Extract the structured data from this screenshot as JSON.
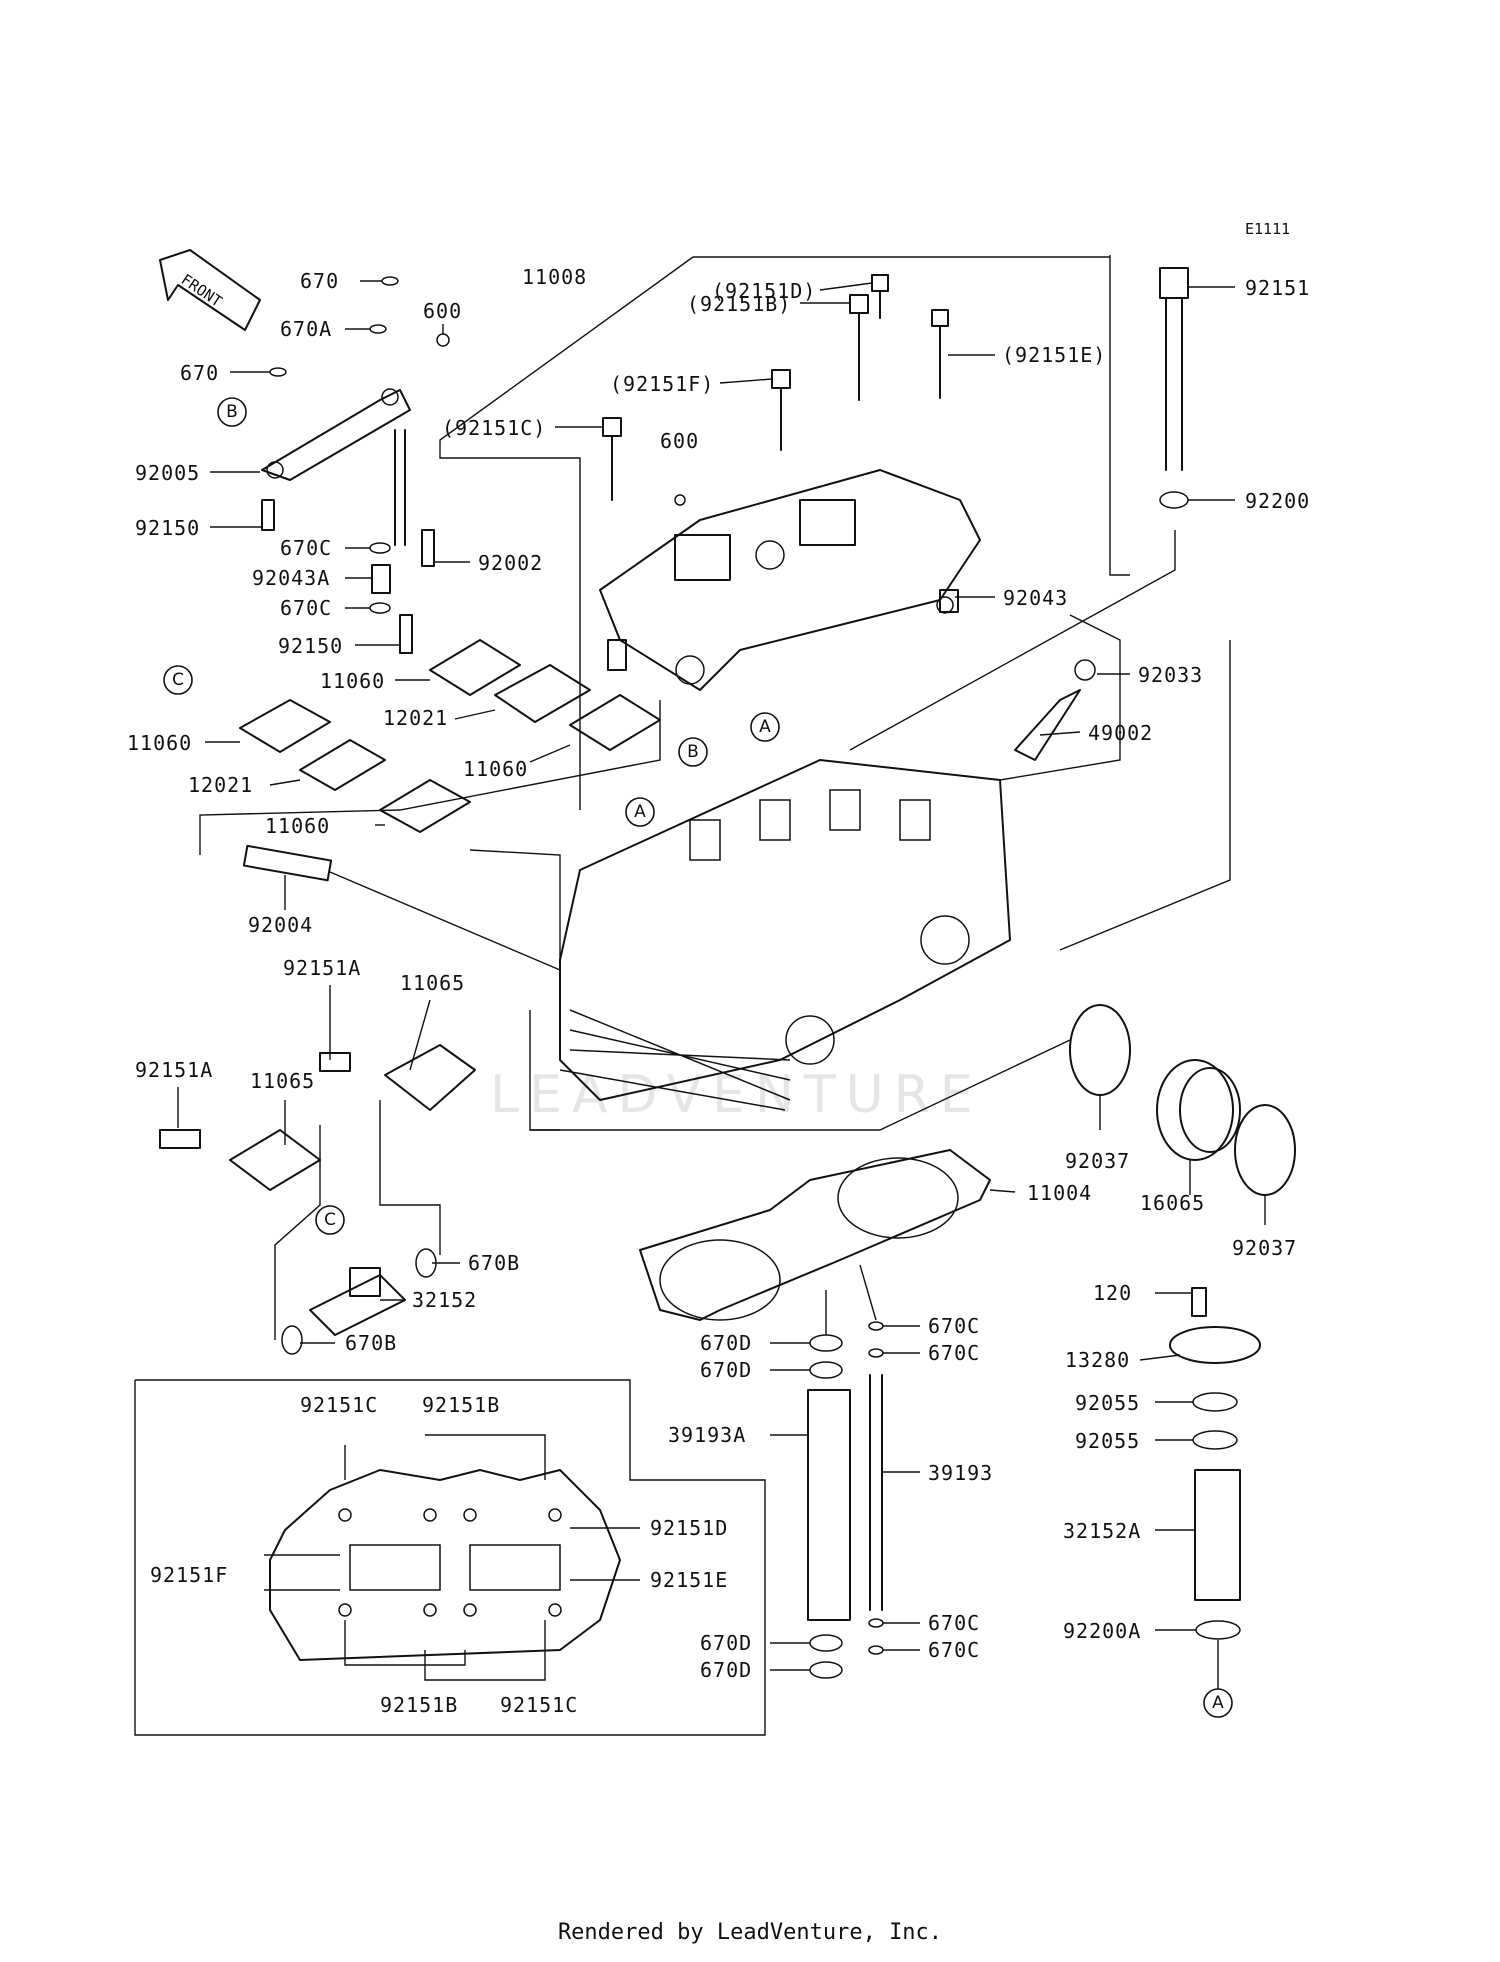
{
  "diagram_code": "E1111",
  "watermark": "LEADVENTURE",
  "front_arrow_label": "FRONT",
  "footer": "Rendered by LeadVenture, Inc.",
  "ref_marks": {
    "A": "A",
    "B": "B",
    "C": "C"
  },
  "labels": {
    "l_670_top": "670",
    "l_670A": "670A",
    "l_600_top": "600",
    "l_670_b": "670",
    "l_92005": "92005",
    "l_92150_a": "92150",
    "l_670C_a": "670C",
    "l_92043A": "92043A",
    "l_670C_b": "670C",
    "l_92002": "92002",
    "l_92150_b": "92150",
    "l_11008": "11008",
    "l_92151D_p": "(92151D)",
    "l_92151B_p": "(92151B)",
    "l_92151E_p": "(92151E)",
    "l_92151F_p": "(92151F)",
    "l_92151C_p": "(92151C)",
    "l_600_mid": "600",
    "l_92151": "92151",
    "l_92200": "92200",
    "l_92043": "92043",
    "l_92033": "92033",
    "l_49002": "49002",
    "l_11060_a": "11060",
    "l_11060_b": "11060",
    "l_11060_c": "11060",
    "l_11060_d": "11060",
    "l_12021_a": "12021",
    "l_12021_b": "12021",
    "l_92004": "92004",
    "l_92151A_a": "92151A",
    "l_11065_a": "11065",
    "l_92151A_b": "92151A",
    "l_11065_b": "11065",
    "l_92037_a": "92037",
    "l_16065": "16065",
    "l_92037_b": "92037",
    "l_11004": "11004",
    "l_670B_a": "670B",
    "l_32152": "32152",
    "l_670B_b": "670B",
    "l_670C_c": "670C",
    "l_670C_d": "670C",
    "l_670D_a": "670D",
    "l_670D_b": "670D",
    "l_120": "120",
    "l_13280": "13280",
    "l_92055_a": "92055",
    "l_92055_b": "92055",
    "l_39193A": "39193A",
    "l_39193": "39193",
    "l_32152A": "32152A",
    "l_670C_e": "670C",
    "l_670C_f": "670C",
    "l_670D_c": "670D",
    "l_670D_d": "670D",
    "l_92200A": "92200A",
    "l_in_92151C_top": "92151C",
    "l_in_92151B_top": "92151B",
    "l_in_92151D": "92151D",
    "l_in_92151F": "92151F",
    "l_in_92151E": "92151E",
    "l_in_92151B_bot": "92151B",
    "l_in_92151C_bot": "92151C"
  }
}
